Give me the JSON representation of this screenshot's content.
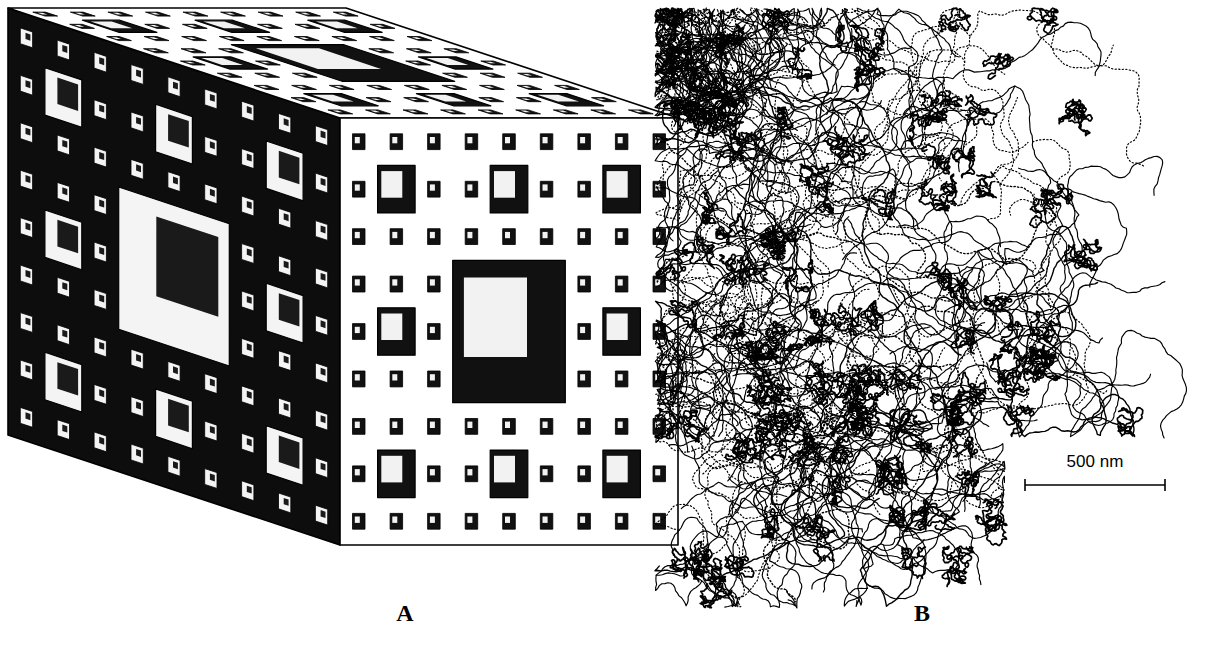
{
  "diagram": {
    "labels": [
      "A",
      "B",
      "500 nm"
    ]
  }
}
